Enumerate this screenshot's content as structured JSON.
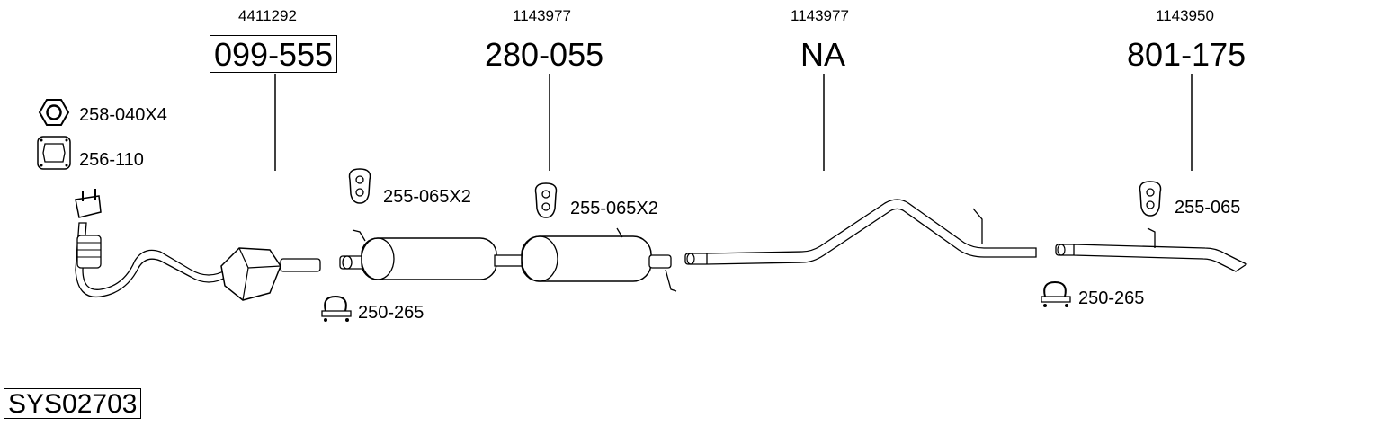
{
  "diagram_code": "SYS02703",
  "sections": [
    {
      "oe_ref": "4411292",
      "part_no": "099-555",
      "boxed": true
    },
    {
      "oe_ref": "1143977",
      "part_no": "280-055",
      "boxed": false
    },
    {
      "oe_ref": "1143977",
      "part_no": "NA",
      "boxed": false
    },
    {
      "oe_ref": "1143950",
      "part_no": "801-175",
      "boxed": false
    }
  ],
  "accessories": [
    {
      "label": "258-040X4",
      "icon": "hex-nut-icon"
    },
    {
      "label": "256-110",
      "icon": "gasket-icon"
    },
    {
      "label": "255-065X2",
      "icon": "rubber-hanger-icon"
    },
    {
      "label": "255-065X2",
      "icon": "rubber-hanger-icon"
    },
    {
      "label": "255-065",
      "icon": "rubber-hanger-icon"
    },
    {
      "label": "250-265",
      "icon": "clamp-icon"
    },
    {
      "label": "250-265",
      "icon": "clamp-icon"
    }
  ]
}
